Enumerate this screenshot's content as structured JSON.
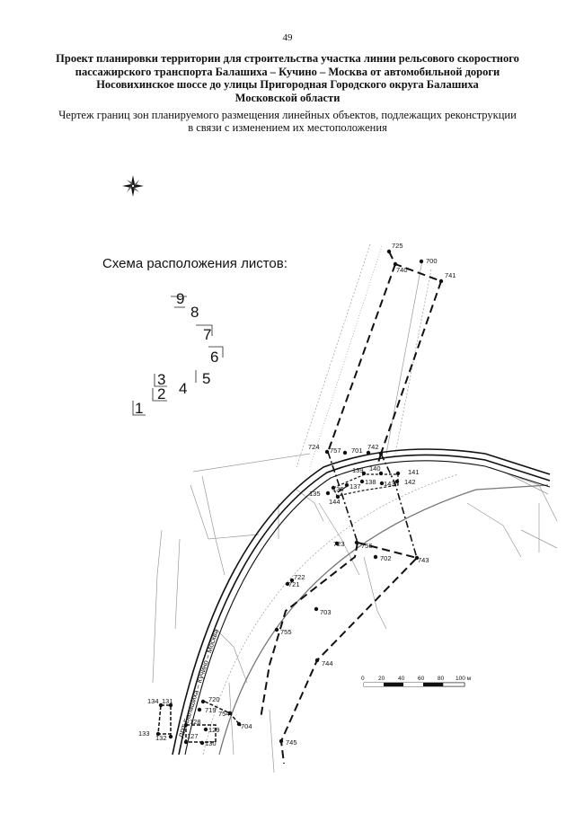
{
  "page_number": "49",
  "title_lines": [
    "Проект планировки территории для строительства участка линии рельсового скоростного",
    "пассажирского транспорта Балашиха – Кучино – Москва от автомобильной дороги",
    "Носовихинское шоссе до улицы Пригородная Городского округа Балашиха",
    "Московской области"
  ],
  "subtitle_lines": [
    "Чертеж границ зон планируемого размещения линейных объектов, подлежащих реконструкции",
    "в связи с изменением их местоположения"
  ],
  "compass": "north-arrow-icon",
  "scheme": {
    "title": "Схема расположения листов:",
    "sheets": [
      "1",
      "2",
      "3",
      "4",
      "5",
      "6",
      "7",
      "8",
      "9"
    ]
  },
  "rail_label": "ЛРТ Балашиха – Кучино – Москва",
  "scale": {
    "ticks": [
      "0",
      "20",
      "40",
      "60",
      "80",
      "100 м"
    ]
  },
  "points": {
    "p725": "725",
    "p700": "700",
    "p740": "740",
    "p741": "741",
    "p724": "724",
    "p757": "757",
    "p701": "701",
    "p742": "742",
    "p139": "139",
    "p140": "140",
    "p141": "141",
    "p136": "136",
    "p137": "137",
    "p138": "138",
    "p143": "143",
    "p142": "142",
    "p135": "135",
    "p144": "144",
    "p723": "723",
    "p756": "756",
    "p702": "702",
    "p743": "743",
    "p722": "722",
    "p721": "721",
    "p703": "703",
    "p755": "755",
    "p744": "744",
    "p720": "720",
    "p719": "719",
    "p754": "754",
    "p704": "704",
    "p134": "134",
    "p131": "131",
    "p128": "128",
    "p129": "129",
    "p133": "133",
    "p132": "132",
    "p127": "127",
    "p130": "130",
    "p745": "745"
  }
}
